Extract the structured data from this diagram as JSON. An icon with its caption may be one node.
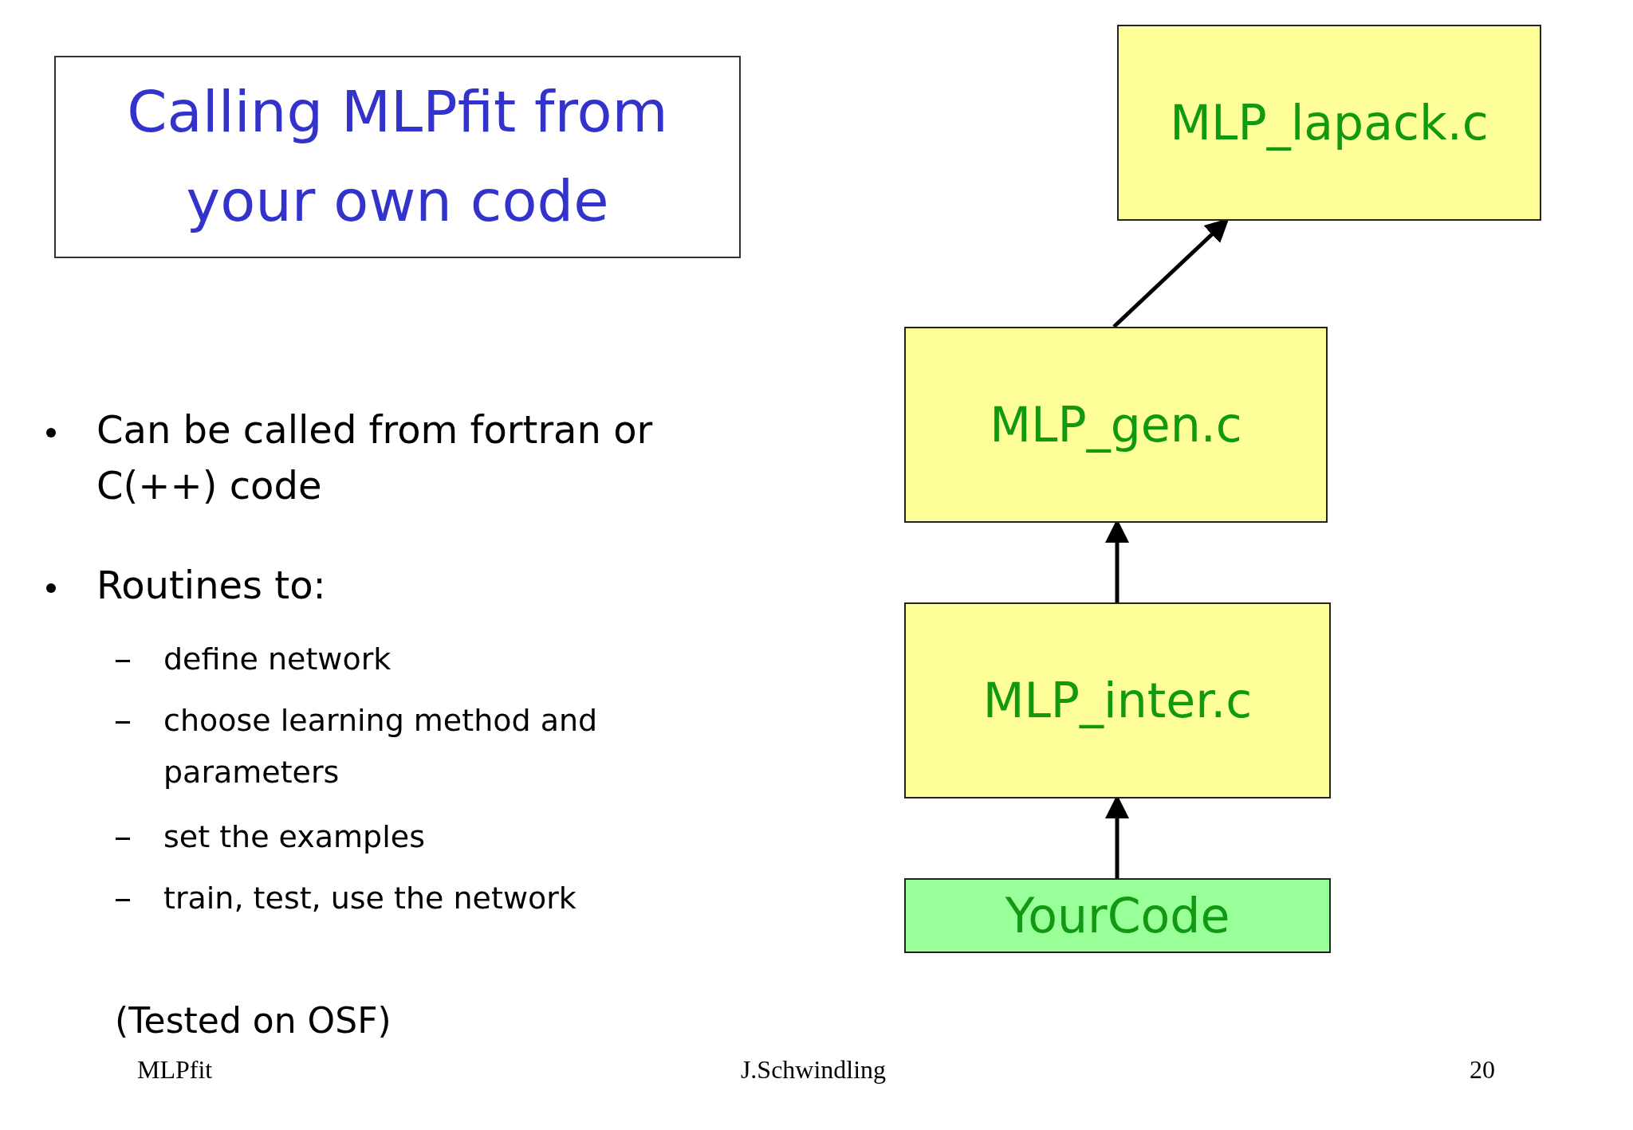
{
  "diagram": {
    "nodes": [
      {
        "text": [
          "Calling MLPfit from your own code"
        ]
      },
      {
        "text": [
          "MLP_lapack.c"
        ]
      },
      {
        "text": [
          "MLP_gen.c"
        ]
      },
      {
        "text": [
          "MLP_inter.c"
        ]
      },
      {
        "text": [
          "YourCode"
        ]
      }
    ],
    "edges": [
      {
        "from": 2,
        "to": 1,
        "arrow": "to"
      },
      {
        "from": 3,
        "to": 2,
        "arrow": "to"
      },
      {
        "from": 4,
        "to": 3,
        "arrow": "to"
      }
    ],
    "labels": [
      "Can be called from fortran or C(++) code",
      "Routines to:",
      "define network",
      "choose learning method and parameters",
      "set the examples",
      "train, test, use the network",
      "(Tested on OSF)",
      "MLPfit",
      "J.Schwindling",
      "20"
    ]
  }
}
